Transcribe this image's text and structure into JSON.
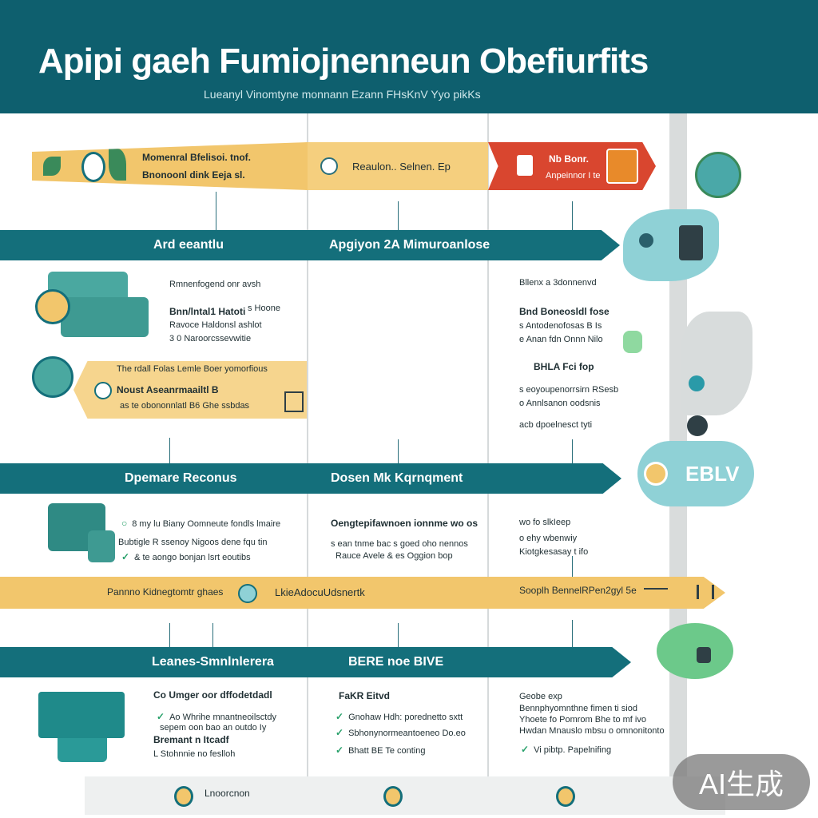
{
  "header": {
    "title": "Apipi gaeh Fumiojnenneun Obefiurfits",
    "subtitle": "Lueanyl Vinomtyne monnann Ezann FHsKnV Yyo pikKs"
  },
  "top_ribbon": {
    "left_line1": "Momenral Bfelisoi. tnof.",
    "left_line2": "Bnonoonl dink Eeja sl.",
    "middle": "Reaulon.. Selnen. Ep",
    "right_line1": "Nb Bonr.",
    "right_line2": "Anpeinnor I te"
  },
  "band1": {
    "left": "Ard eeantlu",
    "middle": "Apgiyon 2A Mimuroanlose"
  },
  "band2": {
    "left": "Dpemare Reconus",
    "middle": "Dosen Mk Kqrnqment"
  },
  "band3": {
    "left": "Leanes-Smnlnlerera",
    "middle": "BERE noe BIVE"
  },
  "sec1": {
    "left": {
      "line1": "Rmnenfogend onr avsh",
      "line2": "Bnn/lntal1 Hatoti",
      "line2b": "s Hoone",
      "line3": "Ravoce Haldonsl ashlot",
      "line4": "3 0 Naroorcssevwitie"
    },
    "right": {
      "line1": "Bllenx a 3donnenvd",
      "line2": "Bnd Boneosldl fose",
      "line3": "s Antodenofosas B Is",
      "line4": "e Anan fdn Onnn Nilo",
      "line5": "BHLA Fci fop",
      "line6": "s eoyoupenorrsirn RSesb",
      "line7": "o Annlsanon oodsnis",
      "line8": "acb dpoelnesct tyti"
    }
  },
  "yellow_card": {
    "line1": "The rdall Folas Lemle Boer yomorfious",
    "line2": "Noust Aseanrmaailtl B",
    "line3": "as te obononnlatl B6 Ghe ssbdas"
  },
  "sec2": {
    "left": {
      "line1": "8 my lu Biany Oomneute fondls lmaire",
      "line2": "Bubtigle R ssenoy Nigoos dene fqu tin",
      "line3": "& te aongo bonjan lsrt eoutibs"
    },
    "middle": {
      "line1": "Oengtepifawnoen ionnme wo os",
      "line2": "s ean tnme bac s goed oho nennos",
      "line3": "Rauce Avele & es Oggion bop"
    },
    "right": {
      "line1": "wo fo slkIeep",
      "line2": "o ehy wbenwiy",
      "line3": "Kiotgkesasay t ifo"
    }
  },
  "yellow_band2": {
    "left": "Pannno Kidnegtomtr ghaes",
    "middle": "LkieAdocuUdsnertk",
    "right": "Sooplh BennelRPen2gyl 5e"
  },
  "sec3": {
    "left": {
      "line1": "Co Umger oor dffodetdadl",
      "line2": "Ao Whrihe mnantneoilsctdy",
      "line3": "sepem oon bao an outdo Iy",
      "line4": "Bremant n Itcadf",
      "line5": "L Stohnnie no feslloh"
    },
    "middle": {
      "line1": "FaKR Eitvd",
      "line2": "Gnohaw Hdh: porednetto sxtt",
      "line3": "Sbhonynormeantoeneo Do.eo",
      "line4": "Bhatt BE Te conting"
    },
    "right": {
      "line1": "Geobe exp",
      "line2": "Bennphyomnthne fimen ti siod",
      "line3": "Yhoete fo Pomrom Bhe to mf ivo",
      "line4": "Hwdan Mnauslo mbsu o omnonitonto",
      "line5": "Vi pibtp. Papelnifing"
    }
  },
  "footer": {
    "left": "Lnoorcnon"
  },
  "side_badge": "EBLV",
  "watermark": "AI生成",
  "colors": {
    "teal_dark": "#0e5f6e",
    "teal": "#146f7b",
    "yellow": "#f2c66c",
    "red": "#d9462f",
    "mint": "#8fd1d6",
    "green": "#4dbf7a"
  },
  "icons": [
    "leaf-icon",
    "target-icon",
    "gear-icon",
    "document-icon",
    "briefcase-icon",
    "printer-icon",
    "check-icon",
    "arrow-icon",
    "people-icon",
    "badge-icon"
  ]
}
